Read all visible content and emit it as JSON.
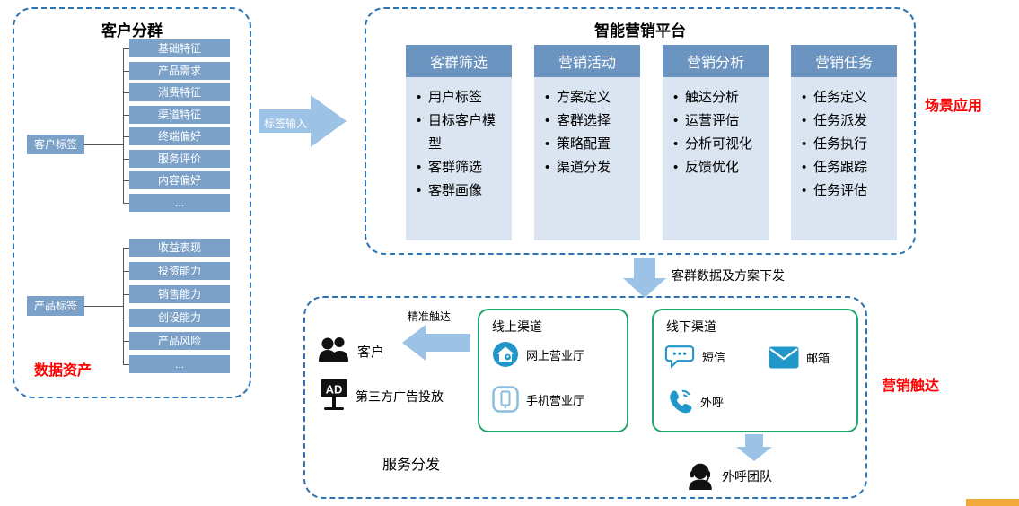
{
  "colors": {
    "border_blue": "#2e74b5",
    "header_blue": "#6b94c0",
    "body_fill": "#dbe5f1",
    "tag_blue": "#7ba1c9",
    "arrow_blue": "#9cc2e5",
    "green": "#27a36b",
    "red": "#ff0000",
    "icon_blue": "#2196c9",
    "icon_light_blue": "#8bbede",
    "icon_black": "#111111",
    "corner_orange": "#f2a93b"
  },
  "left_panel": {
    "title": "客户分群",
    "data_asset_label": "数据资产",
    "customer_tag_group": {
      "label": "客户标签",
      "items": [
        "基础特征",
        "产品需求",
        "消费特征",
        "渠道特征",
        "终端偏好",
        "服务评价",
        "内容偏好",
        "..."
      ]
    },
    "product_tag_group": {
      "label": "产品标签",
      "items": [
        "收益表现",
        "投资能力",
        "销售能力",
        "创设能力",
        "产品风险",
        "..."
      ]
    }
  },
  "label_input_arrow": {
    "label": "标签输入"
  },
  "platform": {
    "title": "智能营销平台",
    "scene_label": "场景应用",
    "columns": [
      {
        "header": "客群筛选",
        "items": [
          "用户标签",
          "目标客户模型",
          "客群筛选",
          "客群画像"
        ]
      },
      {
        "header": "营销活动",
        "items": [
          "方案定义",
          "客群选择",
          "策略配置",
          "渠道分发"
        ]
      },
      {
        "header": "营销分析",
        "items": [
          "触达分析",
          "运营评估",
          "分析可视化",
          "反馈优化"
        ]
      },
      {
        "header": "营销任务",
        "items": [
          "任务定义",
          "任务派发",
          "任务执行",
          "任务跟踪",
          "任务评估"
        ]
      }
    ]
  },
  "dispatch_arrow": {
    "label": "客群数据及方案下发"
  },
  "service_panel": {
    "title": "服务分发",
    "reach_label": "营销触达",
    "precise_reach_label": "精准触达",
    "customer_label": "客户",
    "third_party_ad_label": "第三方广告投放",
    "online_channel": {
      "title": "线上渠道",
      "items": [
        "网上营业厅",
        "手机营业厅"
      ]
    },
    "offline_channel": {
      "title": "线下渠道",
      "items": [
        "短信",
        "邮箱",
        "外呼"
      ]
    },
    "call_team_label": "外呼团队"
  }
}
